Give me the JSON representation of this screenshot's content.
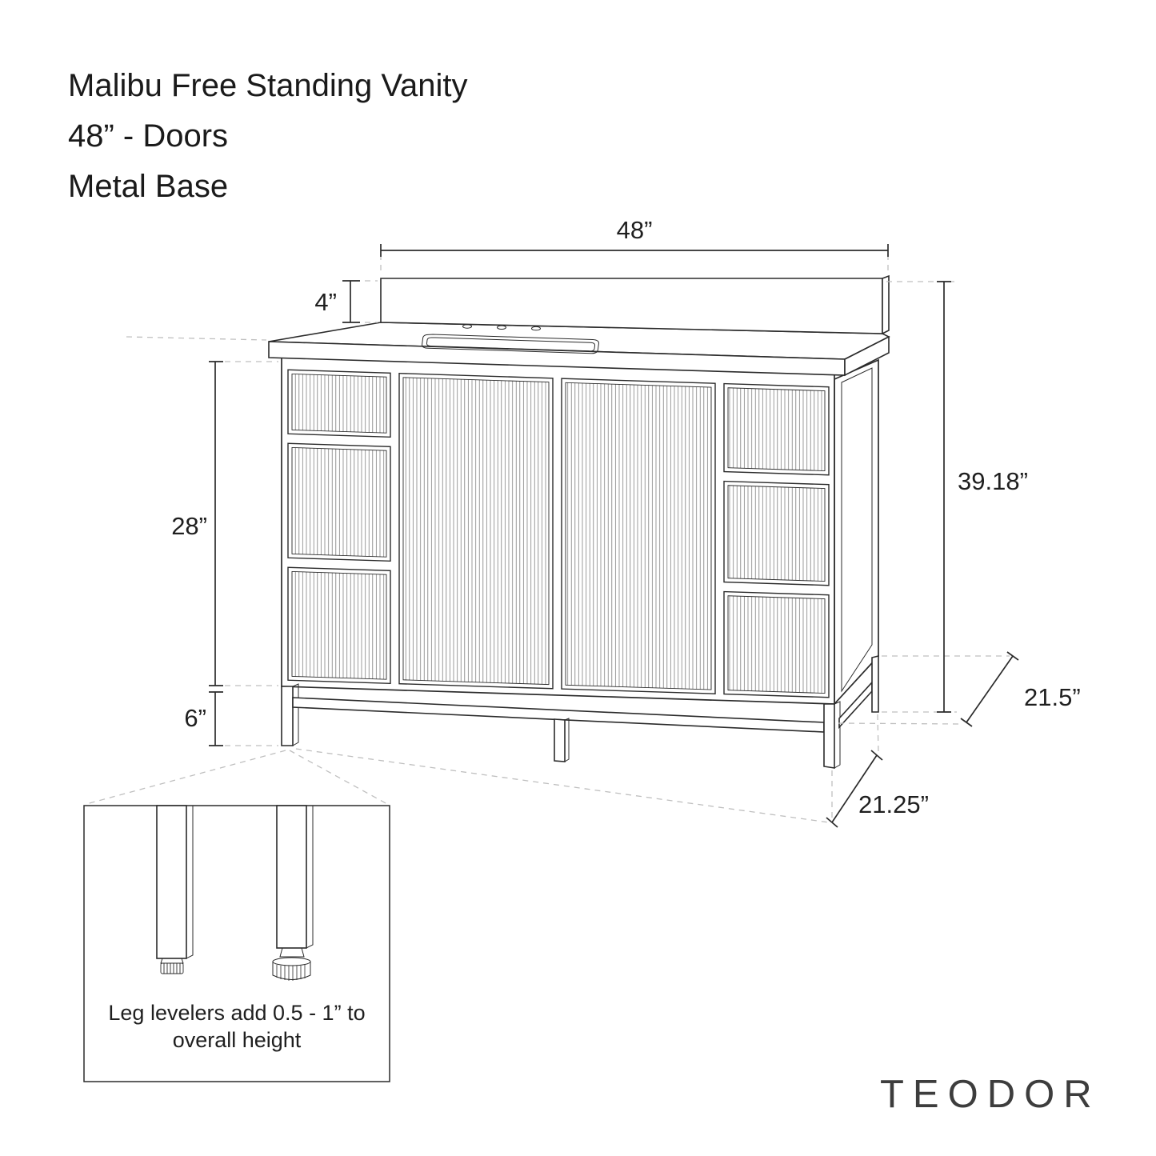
{
  "title": {
    "line1": "Malibu Free Standing Vanity",
    "line2": "48” - Doors",
    "line3": "Metal Base"
  },
  "dims": {
    "width": "48”",
    "backsplash": "4”",
    "body": "28”",
    "legs": "6”",
    "overall": "39.18”",
    "counter_depth": "21.5”",
    "base_depth": "21.25”"
  },
  "note": {
    "line1": "Leg levelers add 0.5 - 1” to",
    "line2": "overall height"
  },
  "brand": {
    "name": "TEODOR"
  },
  "colors": {
    "line": "#2b2b2b",
    "dashed_leader": "#bfbfbf",
    "text": "#1a1a1a",
    "background": "#ffffff"
  }
}
